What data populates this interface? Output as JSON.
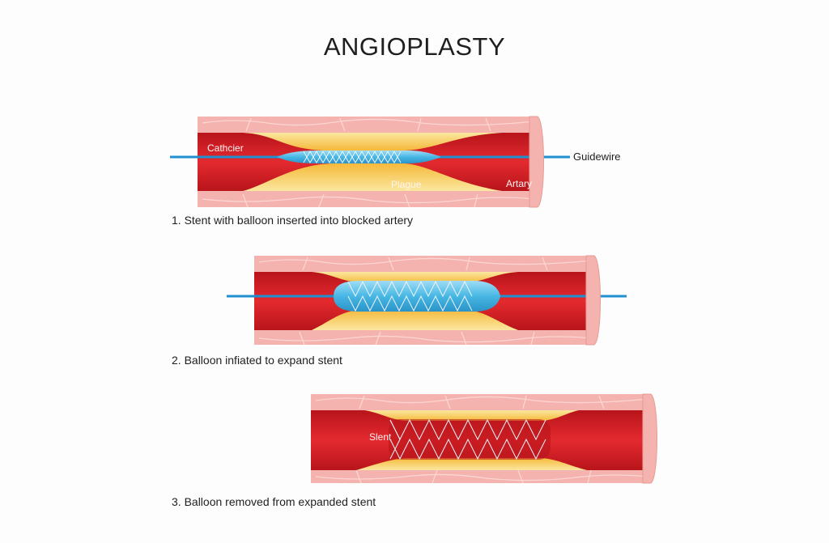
{
  "title": "ANGIOPLASTY",
  "stages": [
    {
      "caption": "1. Stent with balloon inserted into blocked artery",
      "labels": {
        "catheter": "Cathcier",
        "plaque": "Plague",
        "artery": "Artary",
        "guidewire": "Guidewire"
      }
    },
    {
      "caption": "2. Balloon infiated to expand stent"
    },
    {
      "caption": "3. Balloon removed from expanded stent",
      "labels": {
        "stent": "Slent"
      }
    }
  ],
  "colors": {
    "artery_wall": "#f4b3ae",
    "lumen": "#d9242a",
    "lumen_dark": "#8e0f14",
    "plaque": "#f7c24a",
    "plaque_light": "#fbe59a",
    "balloon": "#45b6e3",
    "guidewire": "#1f90d0",
    "stent_wire": "#e9eef4"
  }
}
